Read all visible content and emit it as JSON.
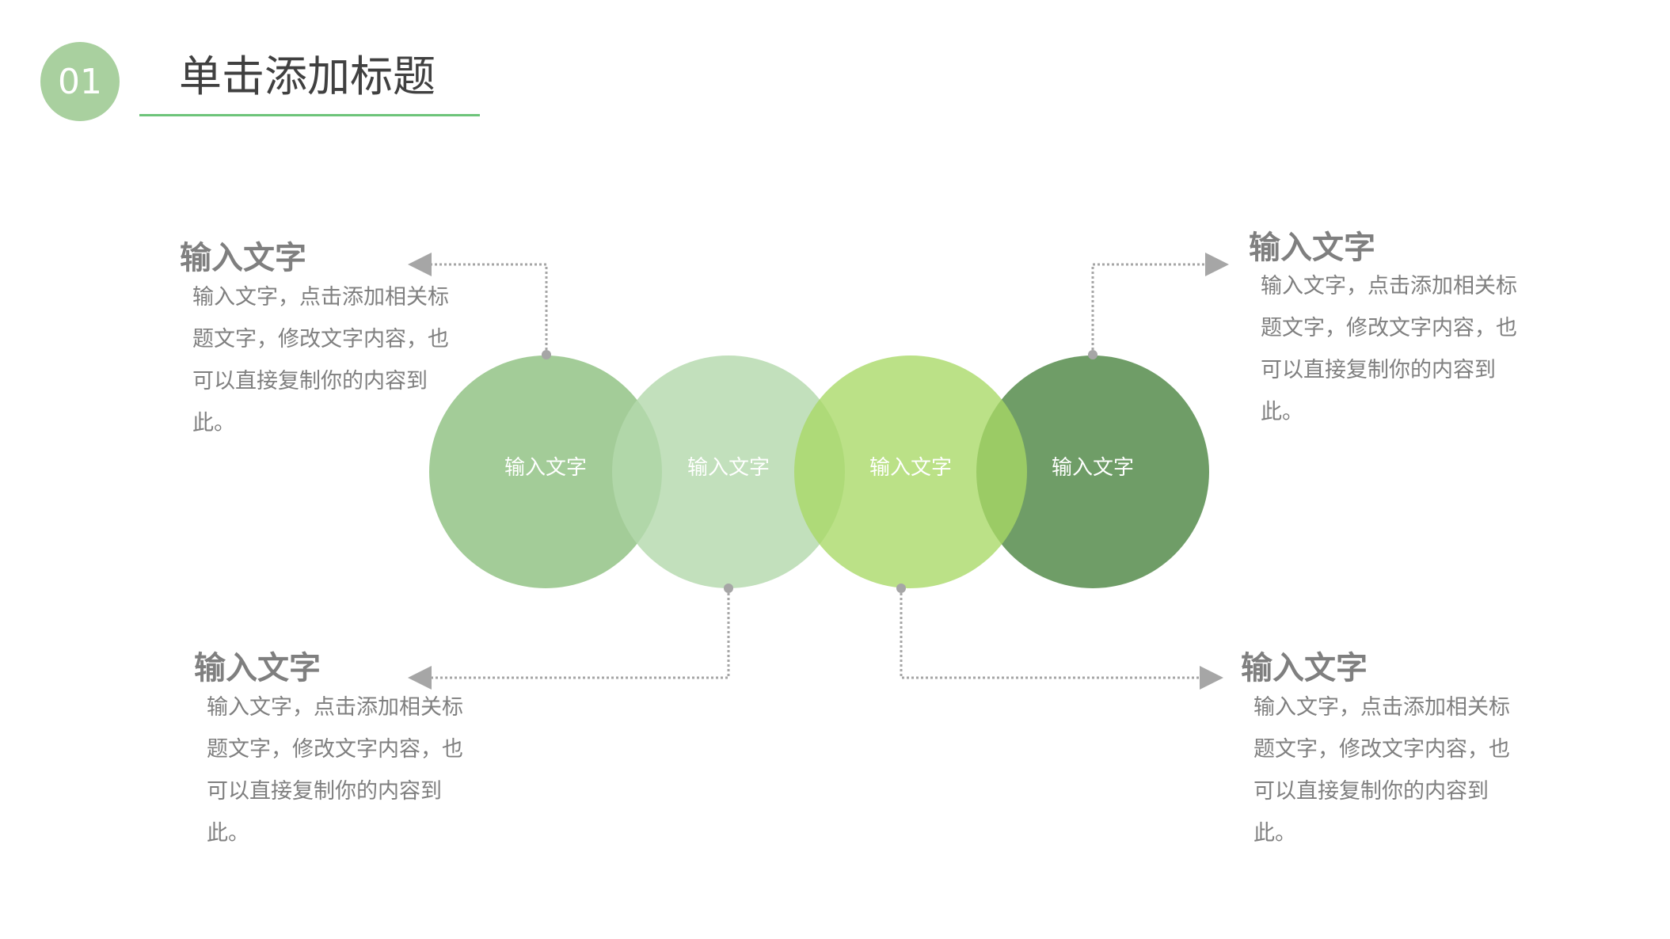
{
  "header": {
    "number": "01",
    "title": "单击添加标题",
    "badge_color": "#a9d09f",
    "underline_color": "#6dc47a"
  },
  "circles": [
    {
      "label": "输入文字",
      "color": "#a3cc98",
      "opacity": 1
    },
    {
      "label": "输入文字",
      "color": "#b5d9ad",
      "opacity": 0.8
    },
    {
      "label": "输入文字",
      "color": "#a8d965",
      "opacity": 0.78
    },
    {
      "label": "输入文字",
      "color": "#6f9d67",
      "opacity": 1
    }
  ],
  "callouts": {
    "top_left": {
      "heading": "输入文字",
      "lines": [
        "输入文字，点击添加相关标",
        "题文字，修改文字内容，也",
        "可以直接复制你的内容到",
        "此。"
      ]
    },
    "top_right": {
      "heading": "输入文字",
      "lines": [
        "输入文字，点击添加相关标",
        "题文字，修改文字内容，也",
        "可以直接复制你的内容到",
        "此。"
      ]
    },
    "bottom_left": {
      "heading": "输入文字",
      "lines": [
        "输入文字，点击添加相关标",
        "题文字，修改文字内容，也",
        "可以直接复制你的内容到",
        "此。"
      ]
    },
    "bottom_right": {
      "heading": "输入文字",
      "lines": [
        "输入文字，点击添加相关标",
        "题文字，修改文字内容，也",
        "可以直接复制你的内容到",
        "此。"
      ]
    }
  },
  "connector_color": "#a6a6a6"
}
